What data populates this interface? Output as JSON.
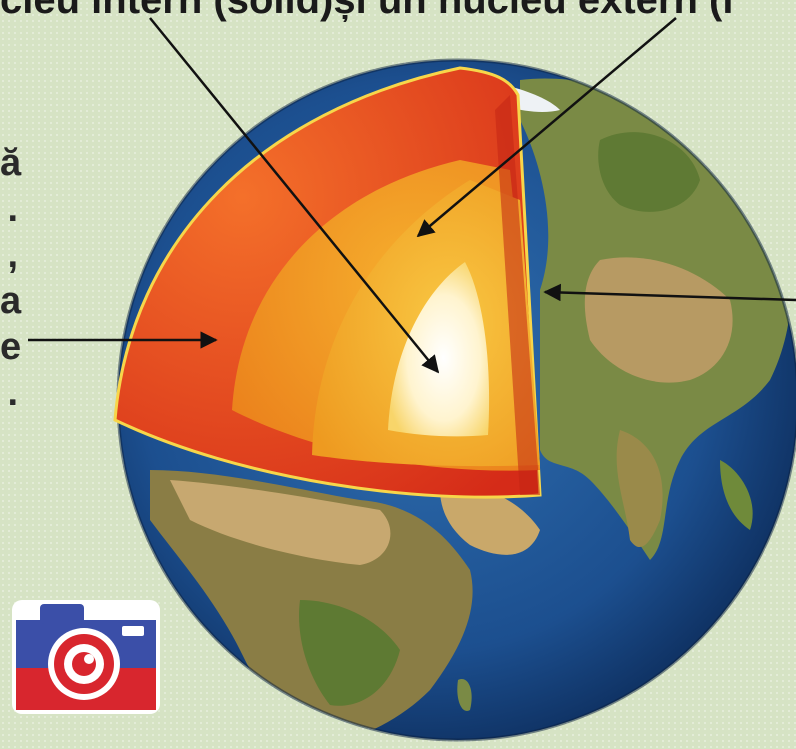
{
  "caption": {
    "part_a": "cleu intern (solid) ",
    "part_b": "și un nucleu extern (l"
  },
  "edge_letters": [
    "ă",
    ".",
    ",",
    "a",
    "e",
    "."
  ],
  "colors": {
    "background": "#d6e3c4",
    "crust": "#e8401c",
    "mantle": "#f08a1c",
    "outer_core": "#f3b024",
    "inner_core": "#fff6dc",
    "ocean": "#1c4f8f",
    "land": "#6f8a3a",
    "camera_top": "#3b4fa8",
    "camera_bottom": "#d8262e"
  },
  "icons": {
    "camera": "camera-icon"
  }
}
